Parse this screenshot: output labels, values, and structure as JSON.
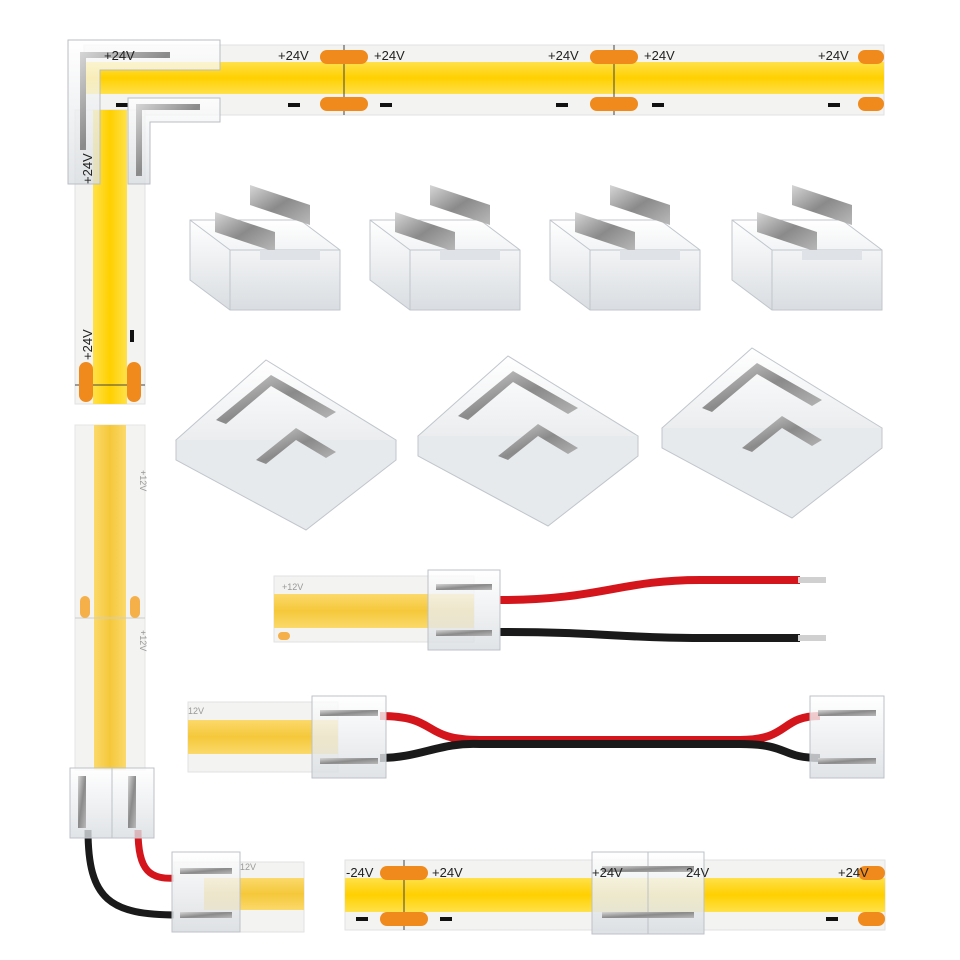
{
  "strip_labels": {
    "v24": "+24V",
    "v12": "+12V",
    "v12_cut": "12V",
    "v24_cut": "24V",
    "v24_dash": "-24V",
    "minus": "-"
  },
  "colors": {
    "cob_yellow": "#ffd20a",
    "cob_pale_yellow": "#f7cf3f",
    "pcb_white": "#f3f3f1",
    "pad_orange": "#f08a1c",
    "wire_red": "#d4161c",
    "wire_black": "#1a1a1a",
    "connector_clear": "#e9ecef",
    "clip_metal": "#9a9a9a"
  },
  "icons": [
    "l-connector-icon",
    "straight-connector-icon",
    "pigtail-connector-icon",
    "jumper-cable-icon"
  ]
}
